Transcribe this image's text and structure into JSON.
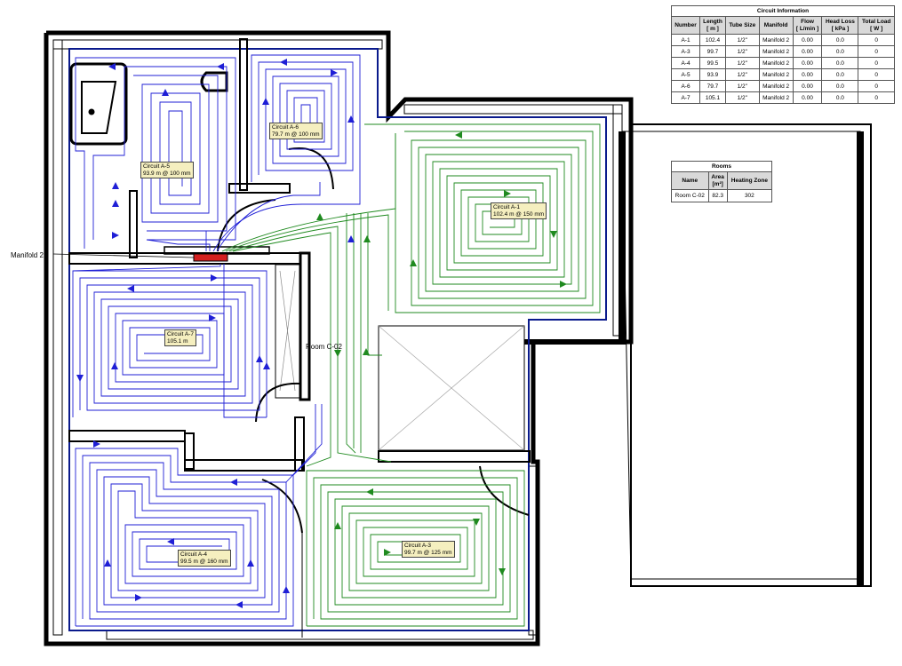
{
  "circuit_table": {
    "title": "Circuit Information",
    "headers": [
      [
        "Number"
      ],
      [
        "Length",
        "[ m ]"
      ],
      [
        "Tube Size"
      ],
      [
        "Manifold"
      ],
      [
        "Flow",
        "[ L/min ]"
      ],
      [
        "Head Loss",
        "[ kPa ]"
      ],
      [
        "Total Load",
        "[ W ]"
      ]
    ],
    "rows": [
      [
        "A-1",
        "102.4",
        "1/2\"",
        "Manifold 2",
        "0.00",
        "0.0",
        "0"
      ],
      [
        "A-3",
        "99.7",
        "1/2\"",
        "Manifold 2",
        "0.00",
        "0.0",
        "0"
      ],
      [
        "A-4",
        "99.5",
        "1/2\"",
        "Manifold 2",
        "0.00",
        "0.0",
        "0"
      ],
      [
        "A-5",
        "93.9",
        "1/2\"",
        "Manifold 2",
        "0.00",
        "0.0",
        "0"
      ],
      [
        "A-6",
        "79.7",
        "1/2\"",
        "Manifold 2",
        "0.00",
        "0.0",
        "0"
      ],
      [
        "A-7",
        "105.1",
        "1/2\"",
        "Manifold 2",
        "0.00",
        "0.0",
        "0"
      ]
    ]
  },
  "rooms_table": {
    "title": "Rooms",
    "headers": [
      [
        "Name"
      ],
      [
        "Area",
        "[m²]"
      ],
      [
        "Heating Zone"
      ]
    ],
    "rows": [
      [
        "Room C-02",
        "82.3",
        "302"
      ]
    ]
  },
  "plan_labels": {
    "manifold": "Manifold 2",
    "room": "Room C-02"
  },
  "circuit_labels": [
    {
      "title": "Circuit A-1",
      "detail": "102.4 m @ 150 mm"
    },
    {
      "title": "Circuit A-3",
      "detail": "99.7 m @ 125 mm"
    },
    {
      "title": "Circuit A-4",
      "detail": "99.5 m @ 160 mm"
    },
    {
      "title": "Circuit A-5",
      "detail": "93.9 m @ 100 mm"
    },
    {
      "title": "Circuit A-6",
      "detail": "79.7 m @ 100 mm"
    },
    {
      "title": "Circuit A-7",
      "detail": "105.1 m"
    }
  ],
  "colors": {
    "blue_circuit": "#1f1fd6",
    "green_circuit": "#1f8a1f",
    "room_outline": "#0a1a8c",
    "manifold": "#d42020",
    "label_bg": "#f5efbf",
    "wall": "#000000"
  }
}
